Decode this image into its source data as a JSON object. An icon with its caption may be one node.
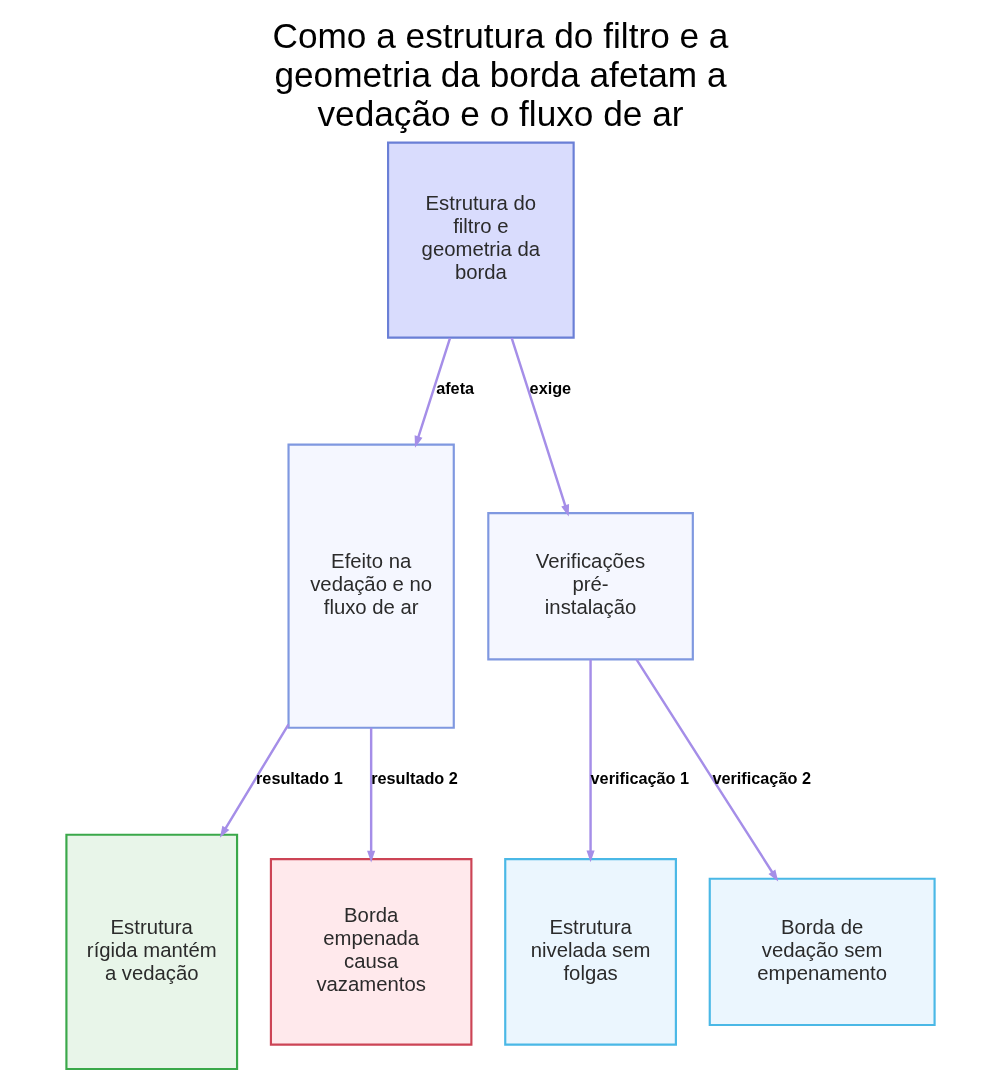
{
  "diagram": {
    "title": "Como a estrutura do filtro e a geometria da borda afetam a vedação e o fluxo de ar",
    "nodes": [
      {
        "text": [
          "Estrutura do filtro e geometria da borda"
        ]
      },
      {
        "text": [
          "Efeito na vedação e no fluxo de ar"
        ]
      },
      {
        "text": [
          "Verificações pré-instalação"
        ]
      },
      {
        "text": [
          "Estrutura rígida mantém a vedação"
        ]
      },
      {
        "text": [
          "Borda empenada causa vazamentos"
        ]
      },
      {
        "text": [
          "Estrutura nivelada sem folgas"
        ]
      },
      {
        "text": [
          "Borda de vedação sem empenamento"
        ]
      }
    ],
    "edges": [
      {
        "from": 0,
        "to": 1,
        "arrow": "to",
        "label": "afeta"
      },
      {
        "from": 0,
        "to": 2,
        "arrow": "to",
        "label": "exige"
      },
      {
        "from": 1,
        "to": 3,
        "arrow": "to",
        "label": "resultado 1"
      },
      {
        "from": 1,
        "to": 4,
        "arrow": "to",
        "label": "resultado 2"
      },
      {
        "from": 2,
        "to": 5,
        "arrow": "to",
        "label": "verificação 1"
      },
      {
        "from": 2,
        "to": 6,
        "arrow": "to",
        "label": "verificação 2"
      }
    ]
  }
}
